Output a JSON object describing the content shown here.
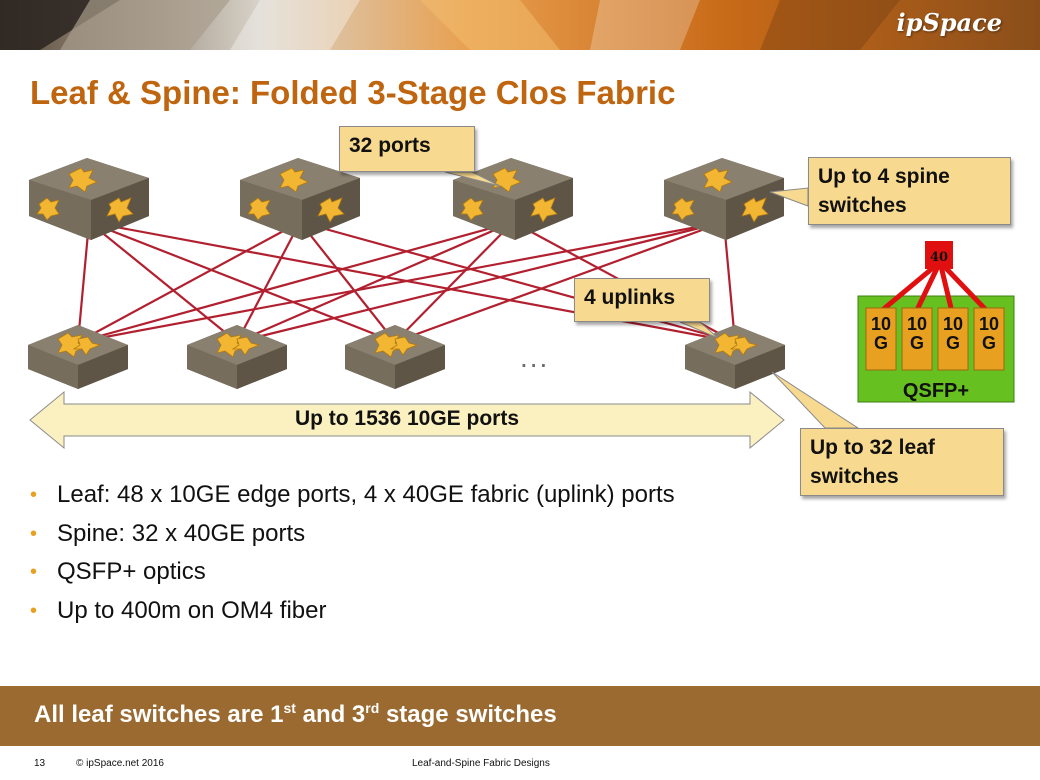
{
  "brand": "ipSpace",
  "title": "Leaf & Spine: Folded 3-Stage Clos Fabric",
  "diagram": {
    "callouts": {
      "spine_ports": "32 ports",
      "spine_count": "Up to 4 spine\nswitches",
      "uplinks": "4 uplinks",
      "leaf_count": "Up to 32 leaf\nswitches"
    },
    "arrow_label": "Up to 1536 10GE ports",
    "ellipsis": "...",
    "qsfp": {
      "aggregate": "40",
      "lanes": [
        {
          "line1": "10",
          "line2": "G"
        },
        {
          "line1": "10",
          "line2": "G"
        },
        {
          "line1": "10",
          "line2": "G"
        },
        {
          "line1": "10",
          "line2": "G"
        }
      ],
      "label": "QSFP+"
    },
    "icons": {
      "spine": "spine-switch-icon",
      "leaf": "leaf-switch-icon"
    }
  },
  "bullets": [
    "Leaf: 48 x 10GE edge ports, 4 x 40GE fabric (uplink) ports",
    "Spine: 32 x 40GE ports",
    "QSFP+ optics",
    "Up to 400m on OM4 fiber"
  ],
  "bottom_bar": {
    "part1": "All leaf switches are 1",
    "sup1": "st",
    "part2": " and 3",
    "sup2": "rd",
    "part3": " stage switches"
  },
  "footer": {
    "slide_number": "13",
    "copyright": "© ipSpace.net 2016",
    "deck_title": "Leaf-and-Spine Fabric Designs"
  },
  "colors": {
    "title": "#C0650F",
    "link": "#B22030",
    "callout_fill": "#F7D98F",
    "arrow_fill": "#FBF0C0",
    "bullet": "#E8A020",
    "bottom_bar": "#9A6A30",
    "qsfp_green": "#66C020",
    "lane_fill": "#E8A020",
    "aggregate_red": "#E01010",
    "switch_body": "#7A7060",
    "switch_arrows": "#F2B632"
  }
}
